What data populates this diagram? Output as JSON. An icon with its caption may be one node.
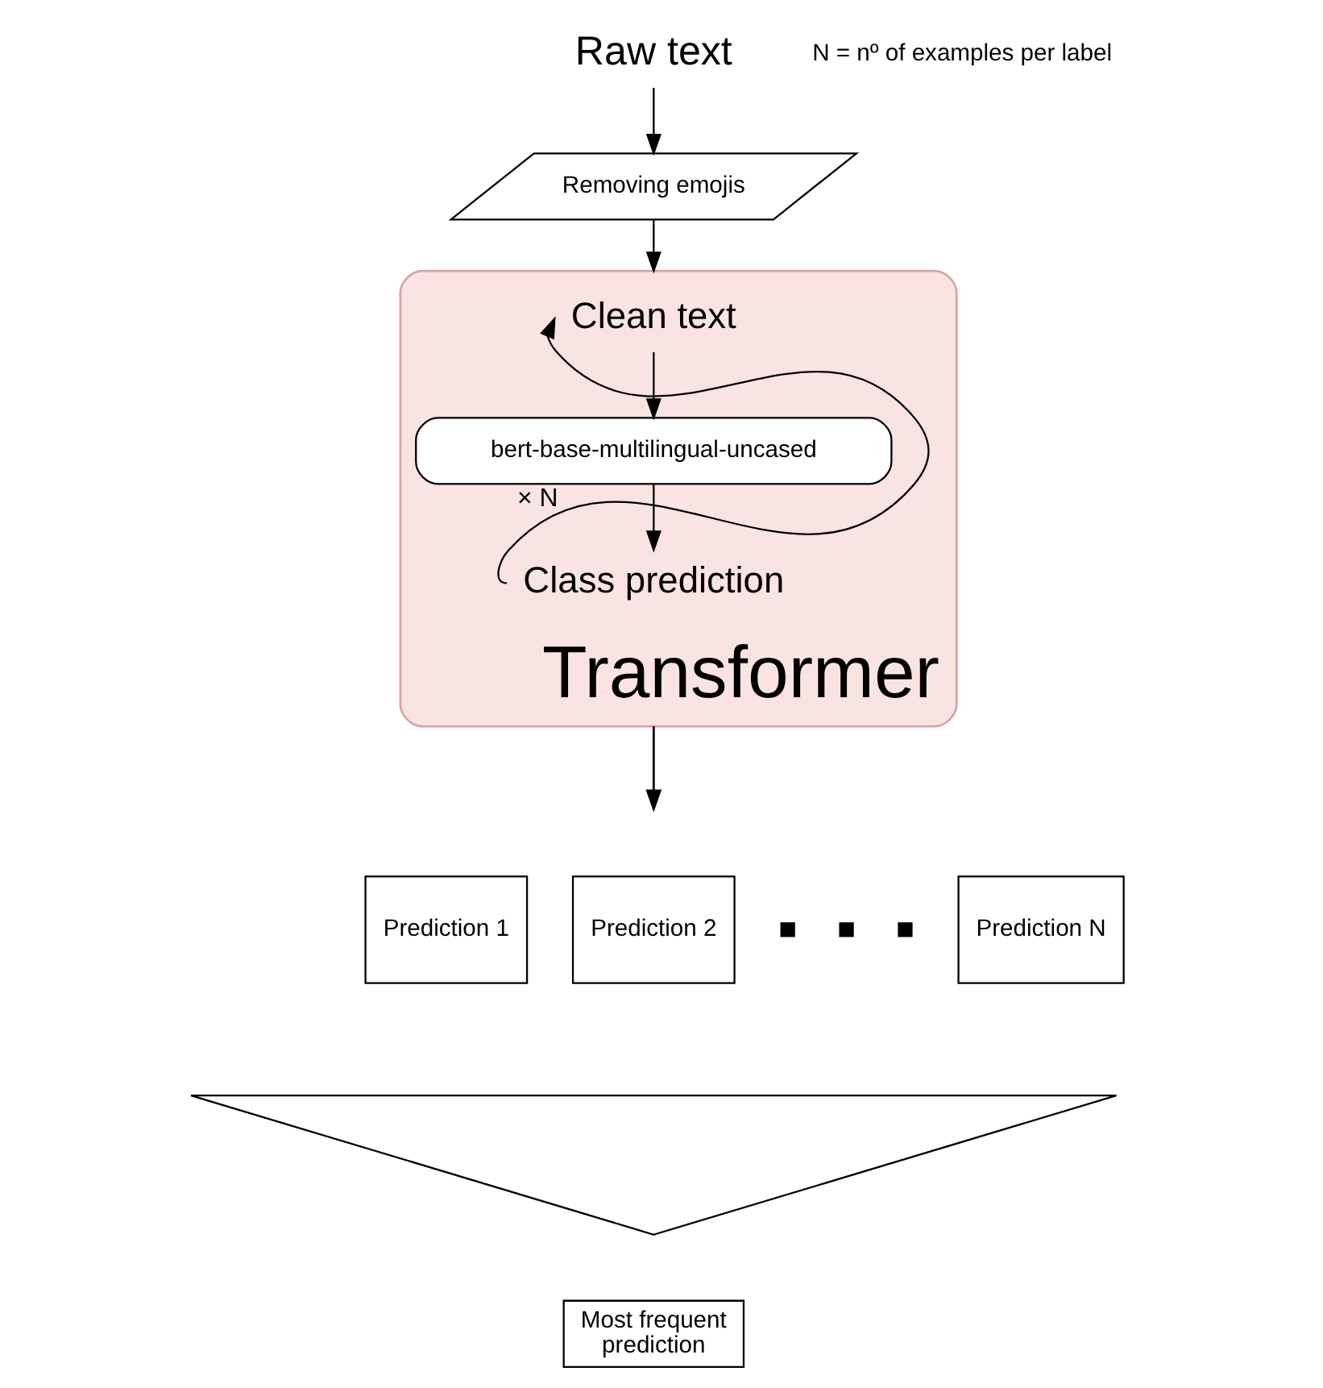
{
  "diagram": {
    "nodes": [
      {
        "text": [
          "Raw text"
        ]
      },
      {
        "text": [
          "Removing emojis"
        ]
      },
      {
        "text": [
          "Transformer"
        ]
      },
      {
        "text": [
          "Clean text"
        ],
        "in": 2
      },
      {
        "text": [
          "bert-base-multilingual-uncased"
        ],
        "in": 2
      },
      {
        "text": [
          "Class prediction"
        ],
        "in": 2
      },
      {
        "text": [
          "Prediction 1"
        ]
      },
      {
        "text": [
          "Prediction 2"
        ]
      },
      {
        "text": [
          "Prediction N"
        ]
      },
      {
        "text": [],
        "shape": "triangle"
      },
      {
        "text": [
          "Most frequent prediction"
        ]
      }
    ],
    "edges": [
      {
        "from": 0,
        "to": 1,
        "arrow": "to"
      },
      {
        "from": 1,
        "to": 2,
        "arrow": "to"
      },
      {
        "from": 5,
        "to": 3,
        "arrow": "to",
        "label": "× N"
      },
      {
        "from": 3,
        "to": 4,
        "arrow": "to"
      },
      {
        "from": 4,
        "to": 5,
        "arrow": "to"
      },
      {
        "from": 2,
        "to": null,
        "arrow": "to"
      }
    ],
    "labels": [
      "N = nº of examples per label"
    ]
  }
}
